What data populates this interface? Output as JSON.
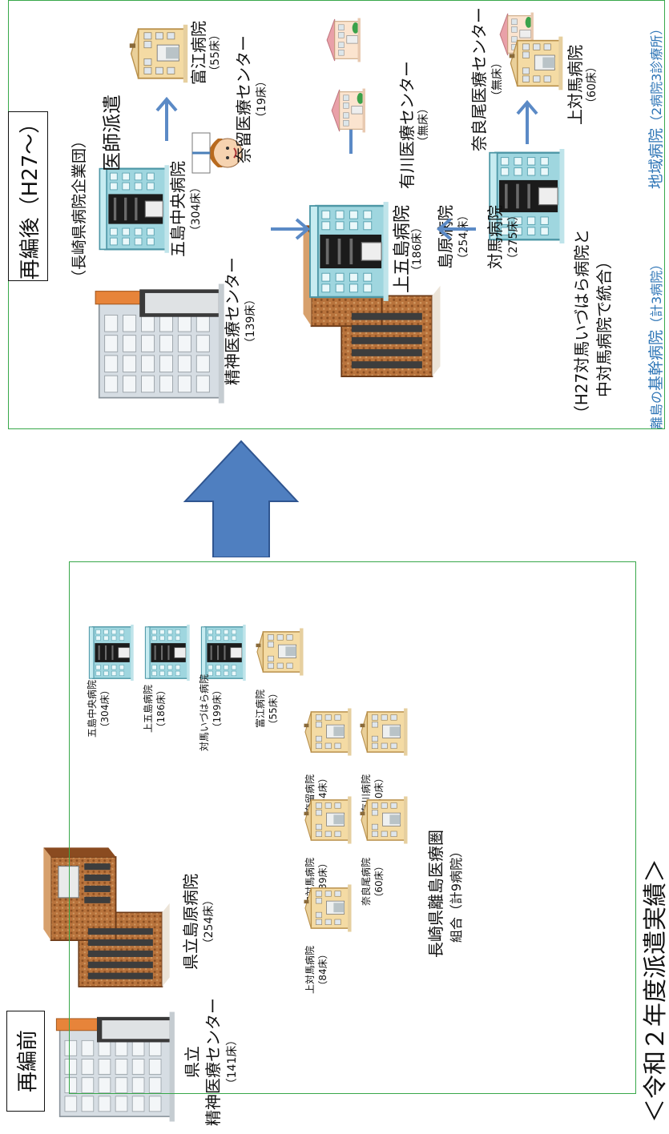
{
  "title": "＜令和２年度派遣実績＞",
  "before": {
    "label": "再編前",
    "pref_mental": {
      "line1": "県立",
      "line2": "精神医療センター",
      "beds": "（141床）"
    },
    "pref_shimabara": {
      "name": "県立島原病院",
      "beds": "（254床）"
    },
    "union_name": "長崎県離島医療圏",
    "union_sub": "組合（計9病院）",
    "hospitals": [
      {
        "name": "五島中央病院",
        "beds": "（304床）"
      },
      {
        "name": "上五島病院",
        "beds": "（186床）"
      },
      {
        "name": "対馬いづはら病院",
        "beds": "（199床）"
      },
      {
        "name": "富江病院",
        "beds": "（55床）"
      },
      {
        "name": "奈留病院",
        "beds": "（54床）"
      },
      {
        "name": "有川病院",
        "beds": "（50床）"
      },
      {
        "name": "中対馬病院",
        "beds": "（139床）"
      },
      {
        "name": "奈良尾病院",
        "beds": "（60床）"
      },
      {
        "name": "上対馬病院",
        "beds": "（84床）"
      }
    ]
  },
  "after": {
    "label": "再編後（H27〜）",
    "sub": "（長崎県病院企業団）",
    "mental": {
      "name": "精神医療センター",
      "beds": "（139床）"
    },
    "shimabara": {
      "name": "島原病院",
      "beds": "（254床）"
    },
    "goto": {
      "name": "五島中央病院",
      "beds": "（304床）"
    },
    "kamigoto": {
      "name": "上五島病院",
      "beds": "（186床）"
    },
    "tsushima": {
      "name": "対馬病院",
      "beds": "（275床）",
      "note1": "（H27対馬いづはら病院と",
      "note2": "中対馬病院で統合）"
    },
    "tomie": {
      "name": "富江病院",
      "beds": "（55床）"
    },
    "naru": {
      "name": "奈留医療センター",
      "beds": "（19床）"
    },
    "arikawa": {
      "name": "有川医療センター",
      "beds": "（無床）"
    },
    "narao": {
      "name": "奈良尾医療センター",
      "beds": "（無床）"
    },
    "kamitsushima": {
      "name": "上対馬病院",
      "beds": "（60床）"
    },
    "dispatch": "医師派遣",
    "legend_core": {
      "prefix": "離島の",
      "emph": "基幹病院",
      "suffix": "（計3病院）"
    },
    "legend_regional": {
      "emph": "地域病院",
      "suffix": "（2病院3診療所）"
    }
  },
  "colors": {
    "frame_green": "#38a84a",
    "arrow_blue": "#5b8ac6",
    "legend_blue": "#2e75b6",
    "big_arrow": "#4f7fc0",
    "big_arrow_edge": "#2f5590"
  },
  "icons": [
    "hospital-large-icon",
    "hospital-medium-icon",
    "clinic-icon",
    "mental-center-icon",
    "shimabara-hospital-icon",
    "doctor-icon"
  ]
}
